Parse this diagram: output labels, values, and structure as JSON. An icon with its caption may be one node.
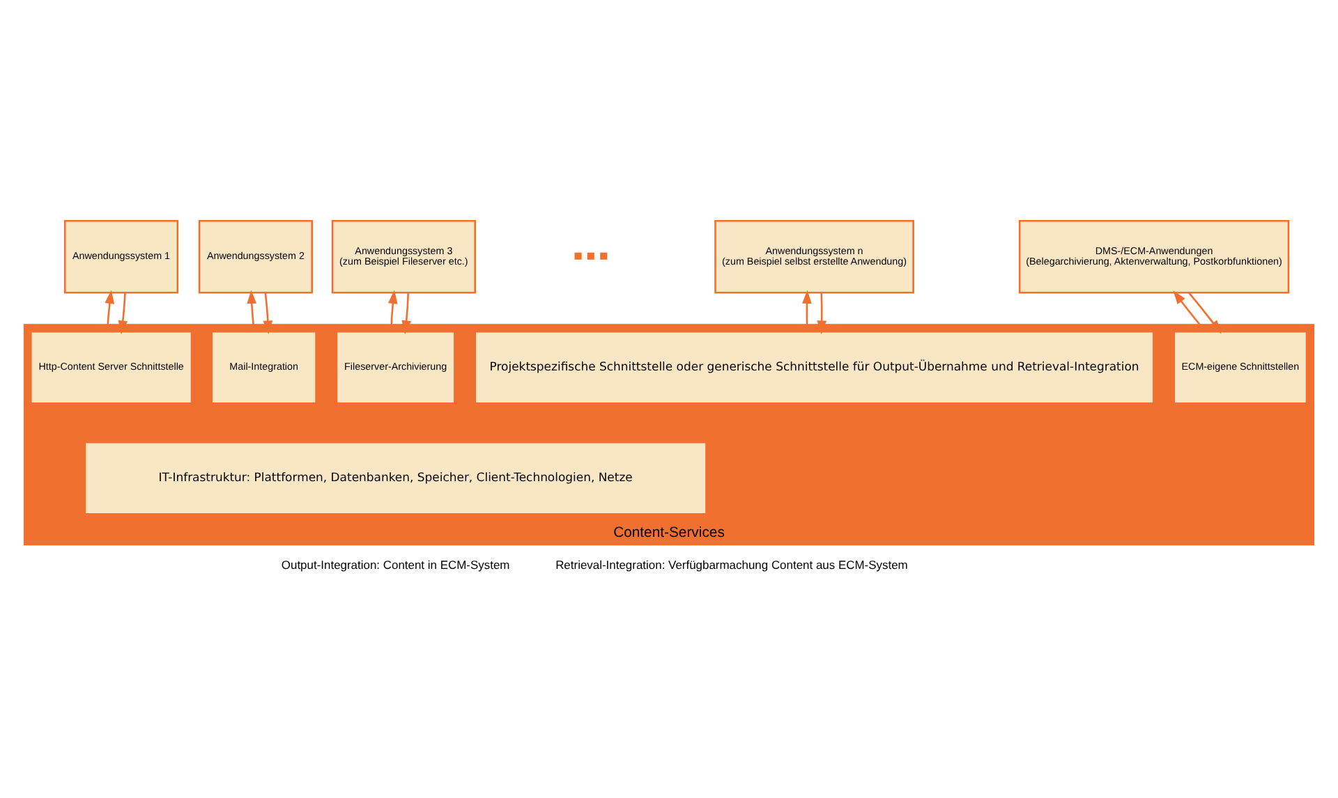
{
  "diagram": {
    "nodes": [
      {
        "text": [
          "Anwendungssystem 1"
        ]
      },
      {
        "text": [
          "Anwendungssystem 2"
        ]
      },
      {
        "text": [
          "Anwendungssystem 3",
          "(zum Beispiel Fileserver etc.)"
        ]
      },
      {
        "text": [
          "Anwendungssystem n",
          "(zum Beispiel selbst erstellte Anwendung)"
        ]
      },
      {
        "text": [
          "DMS-/ECM-Anwendungen",
          "(Belegarchivierung, Aktenverwaltung, Postkorbfunktionen)"
        ]
      },
      {
        "text": [
          "Content-Services"
        ]
      },
      {
        "text": [
          "Http-Content Server Schnittstelle"
        ],
        "in": 5
      },
      {
        "text": [
          "Mail-Integration"
        ],
        "in": 5
      },
      {
        "text": [
          "Fileserver-Archivierung"
        ],
        "in": 5
      },
      {
        "text": [
          "Projektspezifische Schnittstelle oder generische Schnittstelle für Output-Übernahme und Retrieval-Integration"
        ],
        "in": 5
      },
      {
        "text": [
          "ECM-eigene Schnittstellen"
        ],
        "in": 5
      },
      {
        "text": [
          "IT-Infrastruktur: Plattformen, Datenbanken, Speicher, Client-Technologien, Netze"
        ],
        "in": 5
      }
    ],
    "edges": [
      {
        "from": 6,
        "to": 0,
        "arrow": "to"
      },
      {
        "from": 0,
        "to": 6,
        "arrow": "to"
      },
      {
        "from": 7,
        "to": 1,
        "arrow": "to"
      },
      {
        "from": 1,
        "to": 7,
        "arrow": "to"
      },
      {
        "from": 8,
        "to": 2,
        "arrow": "to"
      },
      {
        "from": 2,
        "to": 8,
        "arrow": "to"
      },
      {
        "from": 9,
        "to": 3,
        "arrow": "to"
      },
      {
        "from": 3,
        "to": 9,
        "arrow": "to"
      },
      {
        "from": 10,
        "to": 4,
        "arrow": "to"
      },
      {
        "from": 4,
        "to": 10,
        "arrow": "to"
      }
    ],
    "labels": [
      "■ ■ ■"
    ],
    "legend": [
      {
        "text": "Output-Integration: Content in ECM-System"
      },
      {
        "text": "Retrieval-Integration: Verfügbarmachung Content aus ECM-System"
      }
    ]
  }
}
